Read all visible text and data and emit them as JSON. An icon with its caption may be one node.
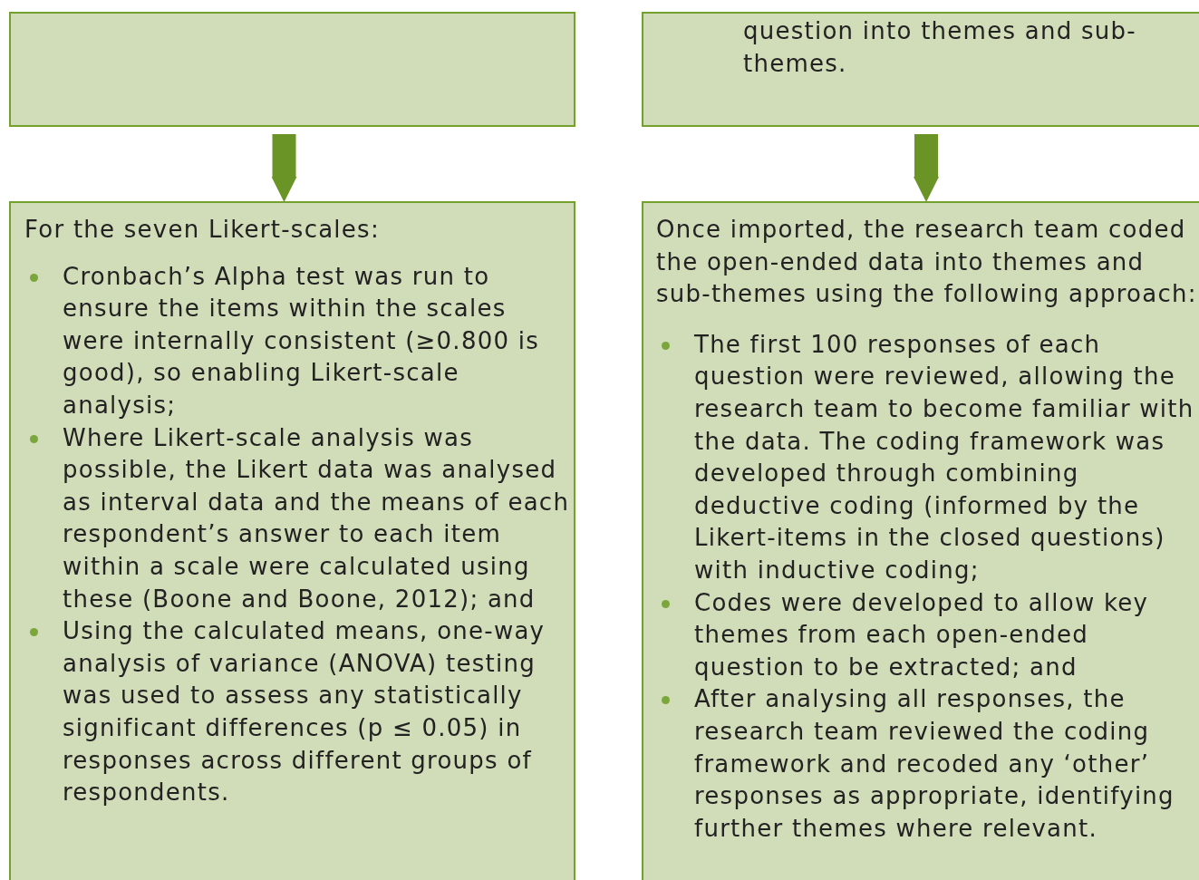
{
  "diagram": {
    "nodes": [
      {
        "text": [],
        "shape": "box"
      },
      {
        "text": [
          "question into themes and sub-themes."
        ]
      },
      {
        "text": [
          "For the seven Likert-scales:",
          "Cronbach’s Alpha test was run to ensure the items within the scales were internally consistent (≥0.800 is good), so enabling Likert-scale analysis;",
          "Where Likert-scale analysis was possible, the Likert data was analysed as interval data and the means of each respondent’s answer to each item within a scale were calculated using these (Boone and Boone, 2012); and",
          "Using the calculated means, one-way analysis of variance (ANOVA) testing was used to assess any statistically significant differences (p ≤ 0.05) in responses across different groups of respondents."
        ]
      },
      {
        "text": [
          "Once imported, the research team coded the open-ended data into themes and sub-themes using the following approach:",
          "The first 100 responses of each question were reviewed, allowing the research team to become familiar with the data. The coding framework was developed through combining deductive coding (informed by the Likert-items in the closed questions) with inductive coding;",
          "Codes were developed to allow key themes from each open-ended question to be extracted; and",
          "After analysing all responses, the research team reviewed the coding framework and recoded any ‘other’ responses as appropriate, identifying further themes where relevant."
        ]
      }
    ],
    "edges": [
      {
        "from": 0,
        "to": 2,
        "arrow": "to"
      },
      {
        "from": 1,
        "to": 3,
        "arrow": "to"
      }
    ]
  }
}
